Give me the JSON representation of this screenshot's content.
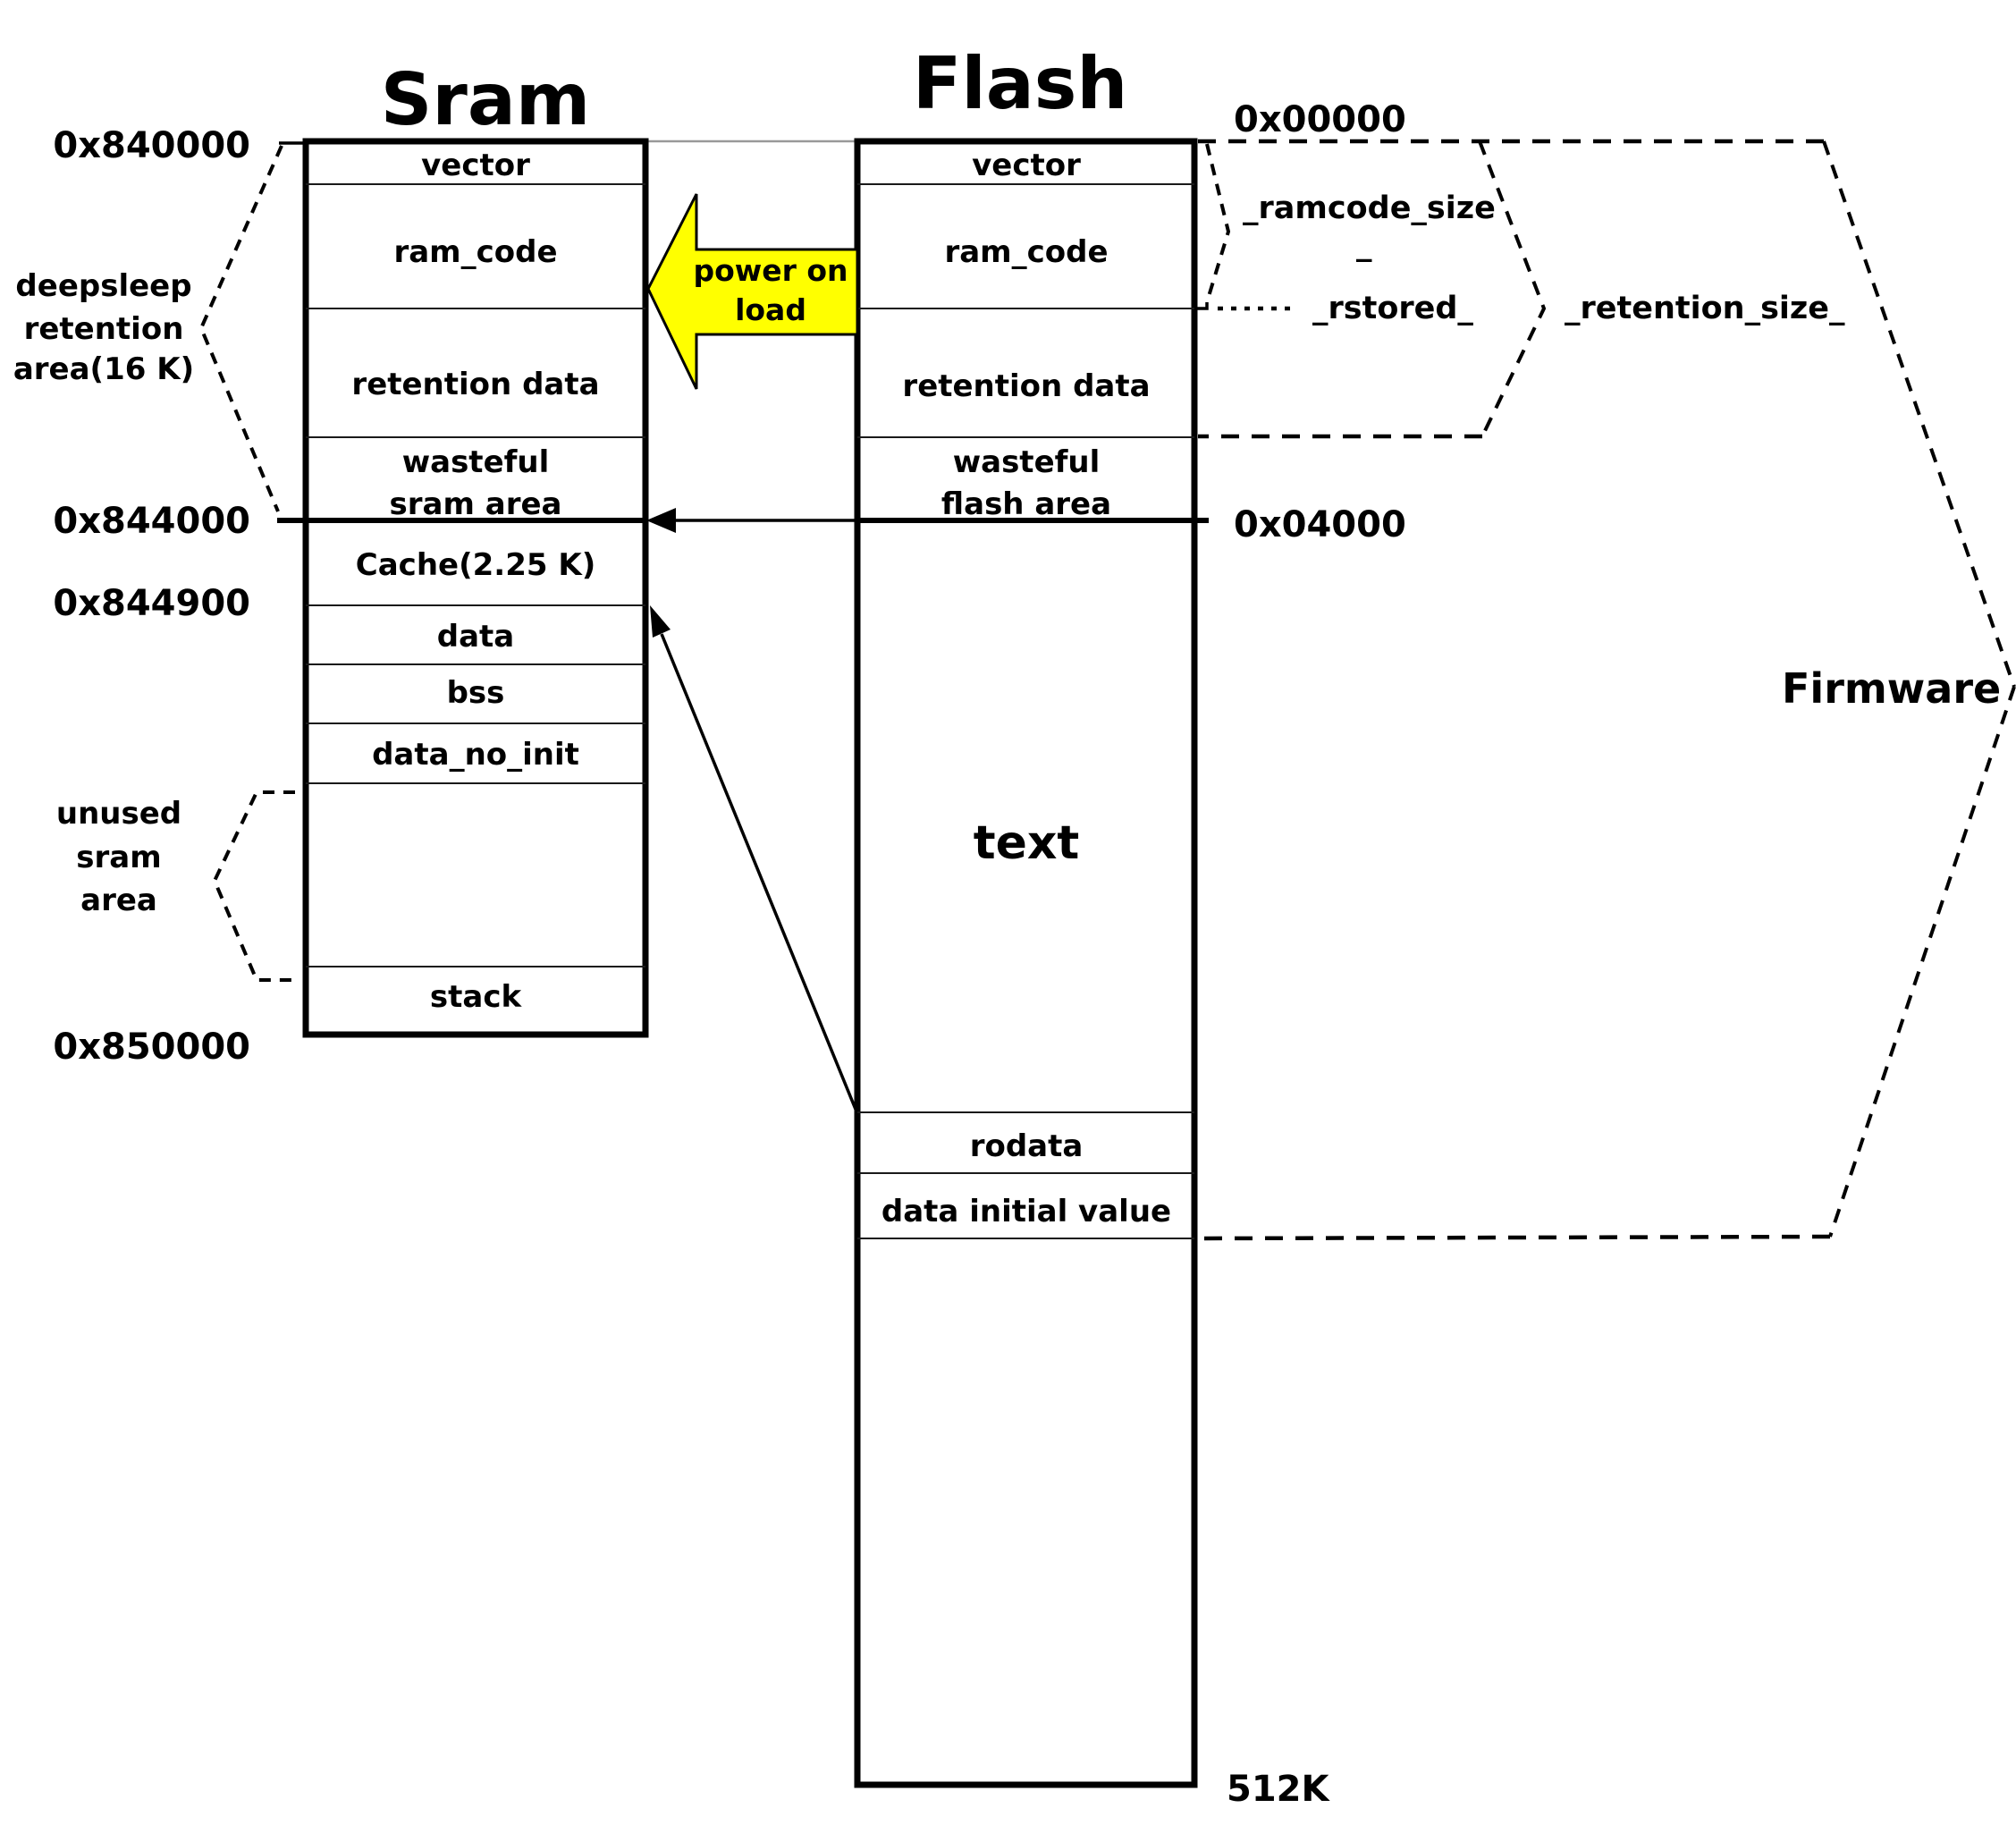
{
  "diagram": {
    "accent_yellow": "#ffff00",
    "sram": {
      "title": "Sram",
      "addresses": {
        "start": "0x840000",
        "retention_end": "0x844000",
        "cache_end": "0x844900",
        "end": "0x850000"
      },
      "rows": {
        "vector": "vector",
        "ram_code": "ram_code",
        "retention_data": "retention data",
        "wasteful_line1": "wasteful",
        "wasteful_line2": "sram area",
        "cache": "Cache(2.25 K)",
        "data": "data",
        "bss": "bss",
        "data_no_init": "data_no_init",
        "stack": "stack"
      },
      "deepsleep_label": {
        "line1": "deepsleep",
        "line2": "retention",
        "line3": "area(16 K)"
      },
      "unused_label": {
        "line1": "unused",
        "line2": "sram",
        "line3": "area"
      }
    },
    "flash": {
      "title": "Flash",
      "addresses": {
        "start": "0x00000",
        "wasteful_end": "0x04000",
        "size": "512K"
      },
      "rows": {
        "vector": "vector",
        "ram_code": "ram_code",
        "retention_data": "retention data",
        "wasteful_line1": "wasteful",
        "wasteful_line2": "flash area",
        "text": "text",
        "rodata": "rodata",
        "data_initial_value": "data initial value"
      }
    },
    "annotations": {
      "power_on_load": {
        "line1": "power on",
        "line2": "load"
      },
      "ramcode_size": "_ramcode_size",
      "underscore": "_",
      "rstored": "_rstored_",
      "retention_size": "_retention_size_",
      "firmware": "Firmware"
    }
  }
}
